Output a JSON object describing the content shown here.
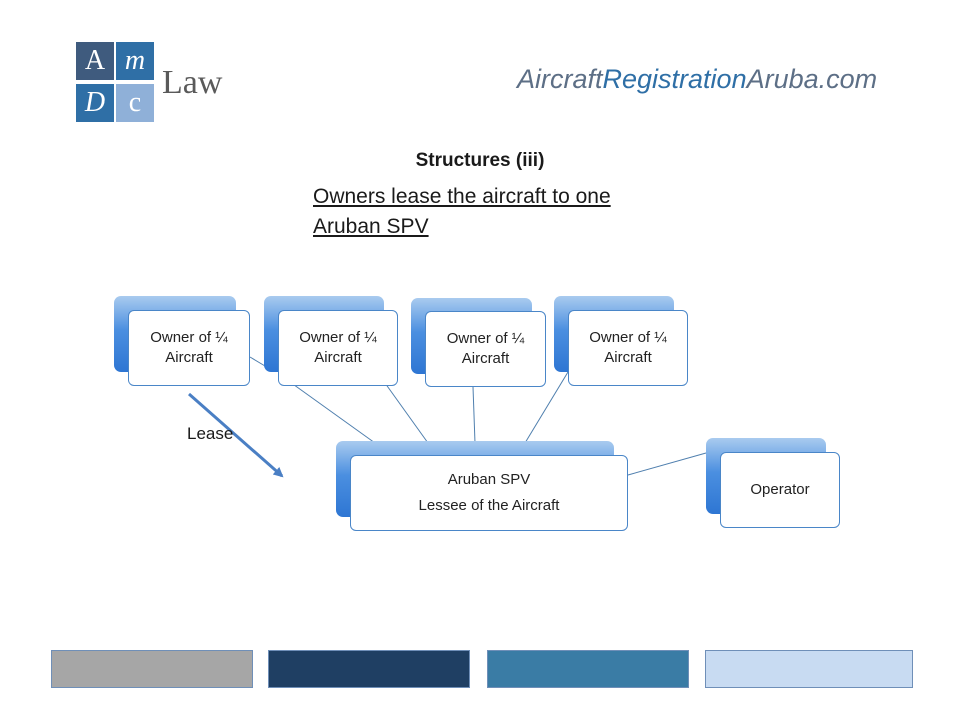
{
  "logo": {
    "tiles": [
      "A",
      "m",
      "D",
      "c"
    ],
    "word": "Law"
  },
  "brand": {
    "part1": "Aircraft",
    "part2": "Registration",
    "part3": "Aruba.com"
  },
  "slide": {
    "title": "Structures (iii)",
    "subtitle": "Owners lease the aircraft to one Aruban SPV"
  },
  "diagram": {
    "owners": [
      {
        "line1": "Owner of ¼",
        "line2": "Aircraft"
      },
      {
        "line1": "Owner of ¼",
        "line2": "Aircraft"
      },
      {
        "line1": "Owner of ¼",
        "line2": "Aircraft"
      },
      {
        "line1": "Owner of ¼",
        "line2": "Aircraft"
      }
    ],
    "spv": {
      "line1": "Aruban SPV",
      "line2": "Lessee of the Aircraft"
    },
    "operator": "Operator",
    "lease_label": "Lease"
  },
  "footer": {
    "colors": [
      "#a6a6a6",
      "#1f3f63",
      "#3a7ca5",
      "#c8dbf2"
    ]
  }
}
